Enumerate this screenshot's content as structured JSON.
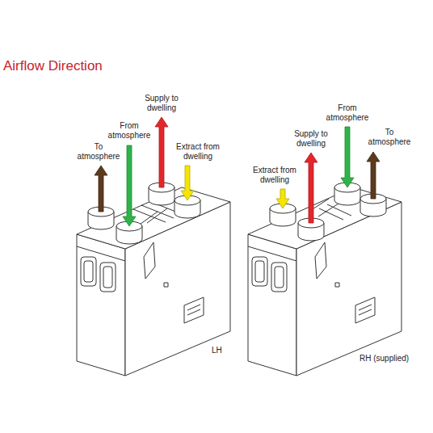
{
  "diagram": {
    "title": "Airflow Direction",
    "labels": [
      "To atmosphere",
      "From atmosphere",
      "Supply to dwelling",
      "Extract from dwelling",
      "LH",
      "Extract from dwelling",
      "Supply to dwelling",
      "From atmosphere",
      "To atmosphere",
      "RH (supplied)"
    ]
  }
}
